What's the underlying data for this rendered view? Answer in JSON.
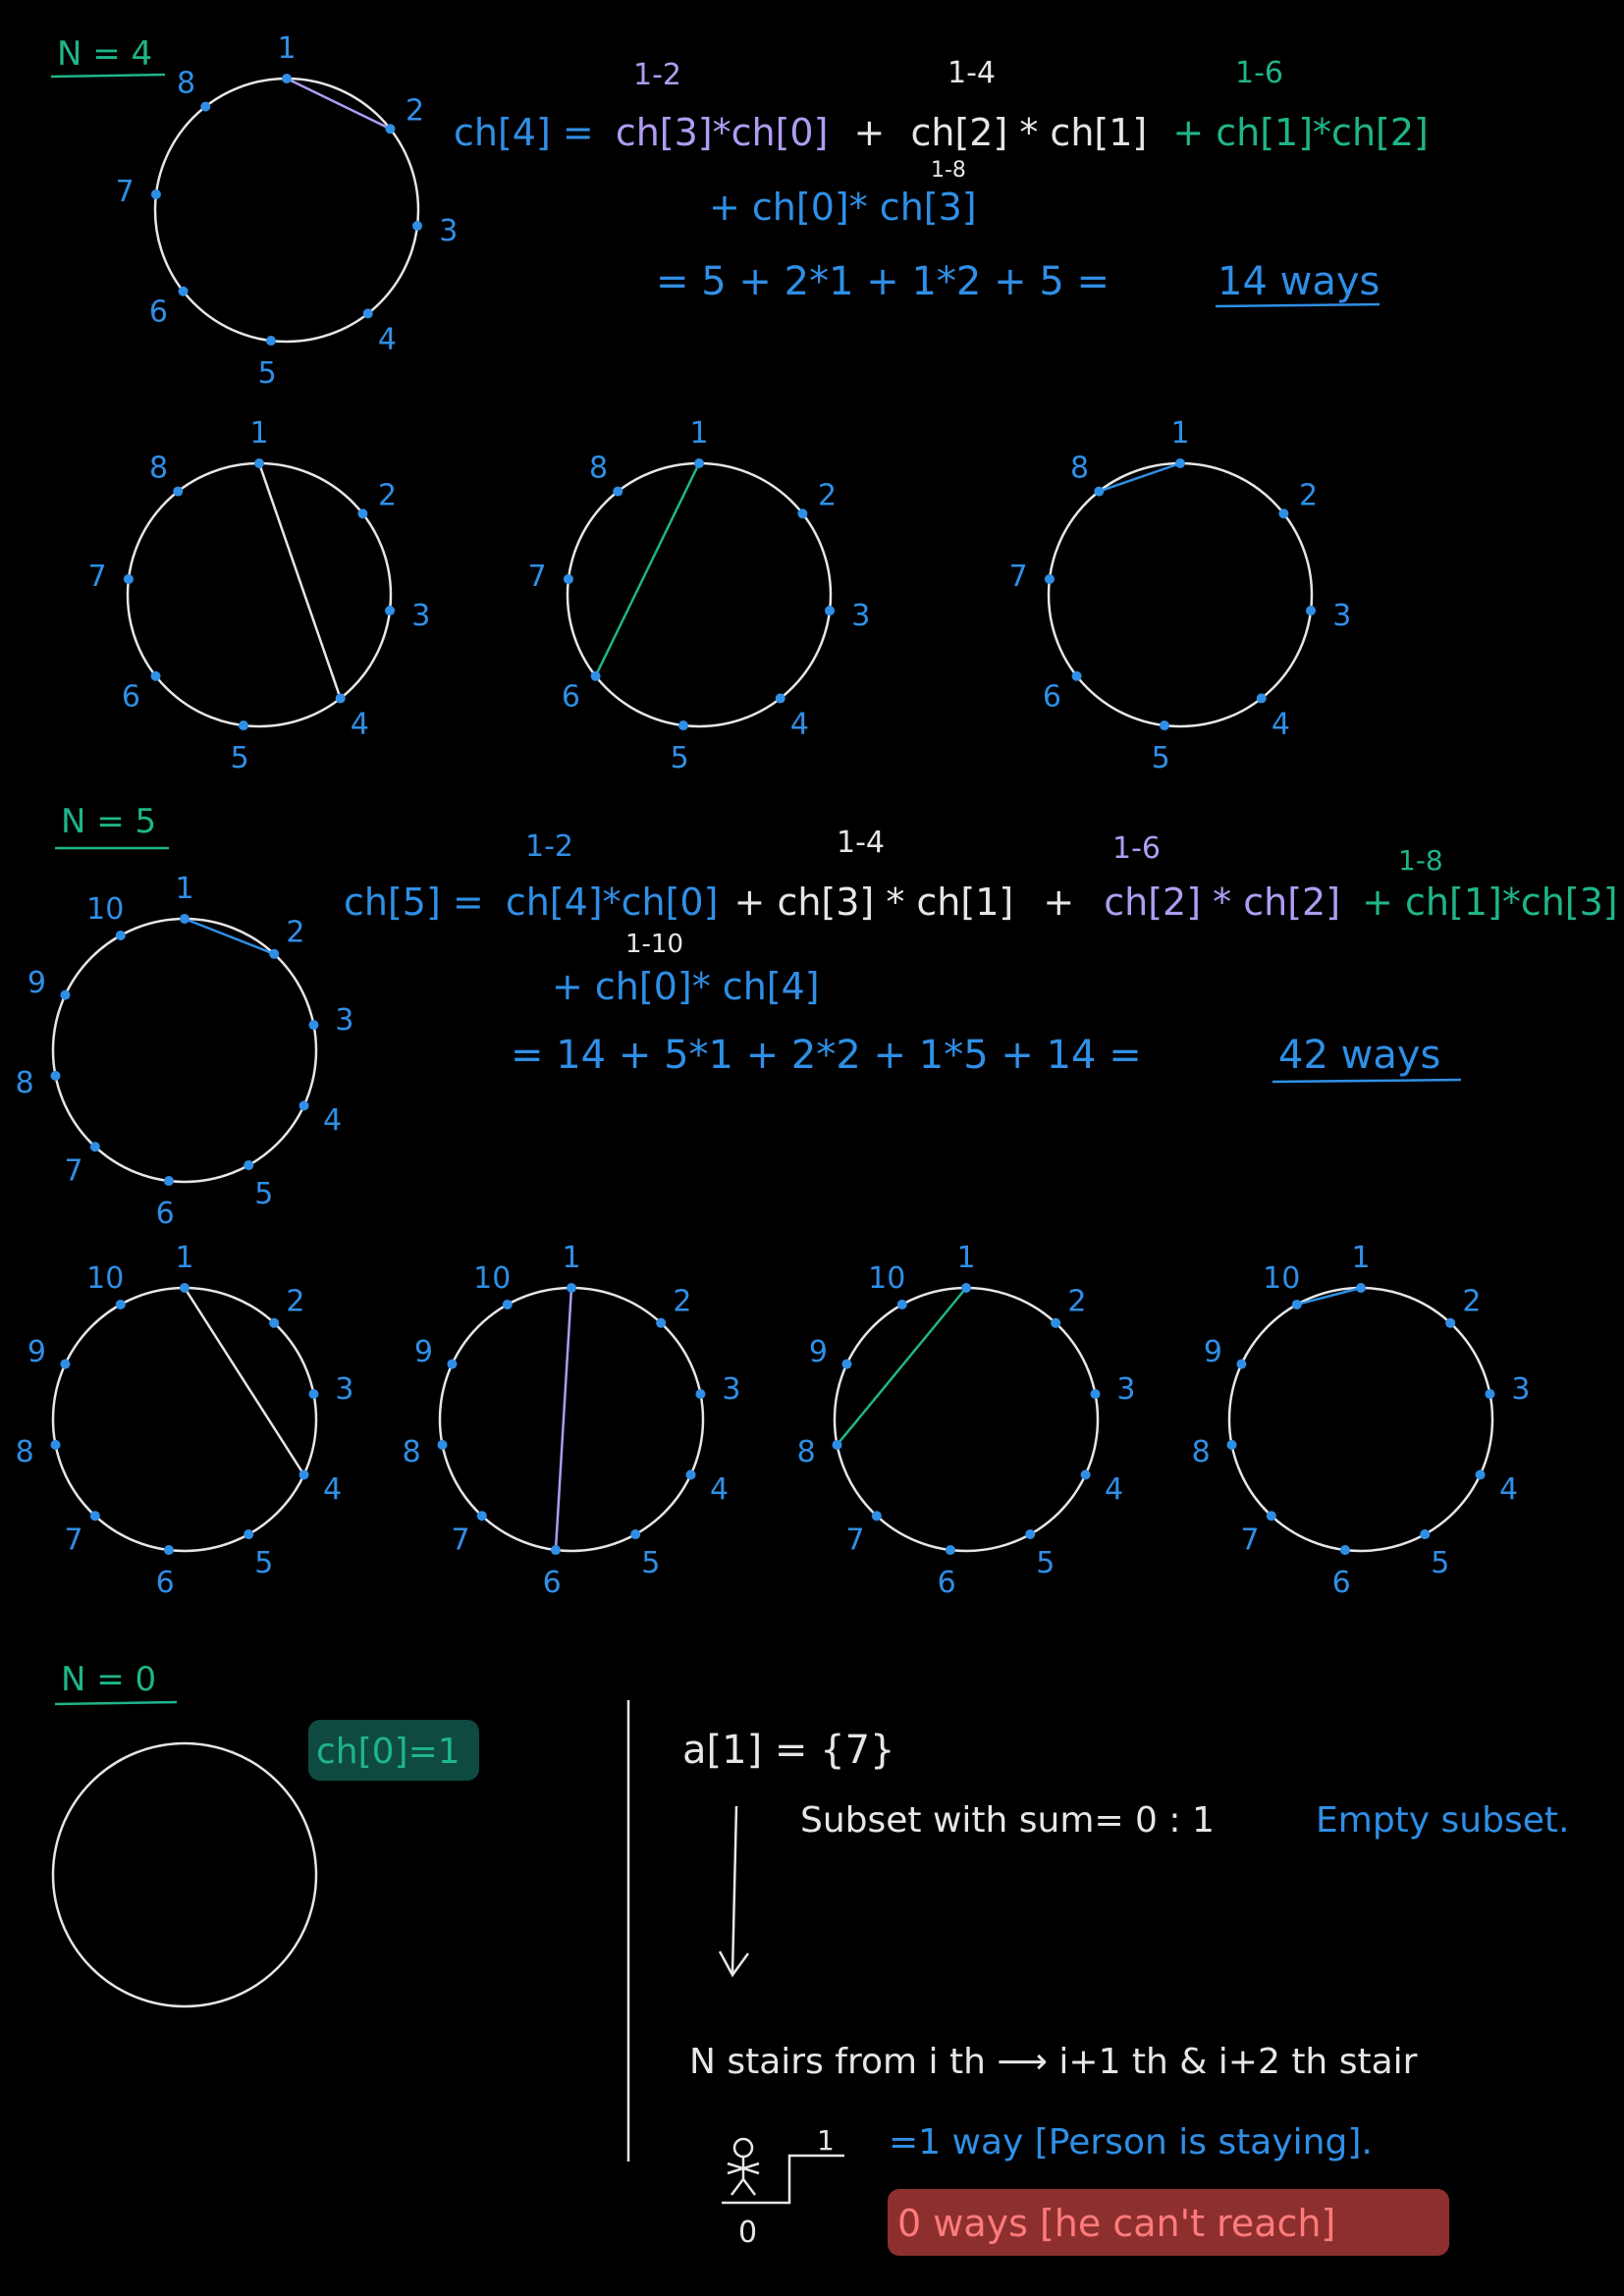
{
  "colors": {
    "background": "#000000",
    "blue": "#2f8fe6",
    "green": "#1fb58a",
    "purple": "#b09cf3",
    "white": "#e6e6e6",
    "dot": "#2f8fe6",
    "highlight_green": "#0f4a40",
    "highlight_red": "#8e2f2f",
    "red_text": "#ff7b7b"
  },
  "section_n4": {
    "heading": "N = 4",
    "labels": [
      "1",
      "2",
      "3",
      "4",
      "5",
      "6",
      "7",
      "8"
    ],
    "pair_labels": [
      "1-2",
      "1-4",
      "1-6",
      "1-8"
    ],
    "eq_line1": {
      "lhs": "ch[4] =",
      "t1": "ch[3]*ch[0]",
      "p1": "+",
      "t2": "ch[2] * ch[1]",
      "t3": "+ ch[1]*ch[2]"
    },
    "eq_line2": "+ ch[0]* ch[3]",
    "eq_line3": "=  5 +  2*1 + 1*2 + 5  =",
    "answer": "14 ways"
  },
  "section_n5": {
    "heading": "N = 5",
    "labels": [
      "1",
      "2",
      "3",
      "4",
      "5",
      "6",
      "7",
      "8",
      "9",
      "10"
    ],
    "pair_labels": [
      "1-2",
      "1-4",
      "1-6",
      "1-8",
      "1-10"
    ],
    "eq_line1": {
      "lhs": "ch[5] =",
      "t1": "ch[4]*ch[0]",
      "t2": "+ ch[3] * ch[1]",
      "p2": "+",
      "t3": "ch[2] * ch[2]",
      "t4": "+ ch[1]*ch[3]"
    },
    "eq_line2": "+ ch[0]* ch[4]",
    "eq_line3": "=  14 + 5*1 + 2*2 + 1*5 + 14  =",
    "answer": "42 ways"
  },
  "section_n0": {
    "heading": "N = 0",
    "badge": "ch[0]=1",
    "array_line": "a[1] = {7}",
    "subset_line": "Subset with sum= 0  : 1",
    "subset_note": "Empty subset.",
    "stairs_line": "N stairs  from  i th  ⟶  i+1 th  & i+2 th stair",
    "stair_top": "1",
    "stair_bottom": "0",
    "one_way": "=1 way [Person is staying].",
    "zero_ways": "0 ways [he can't reach]"
  }
}
